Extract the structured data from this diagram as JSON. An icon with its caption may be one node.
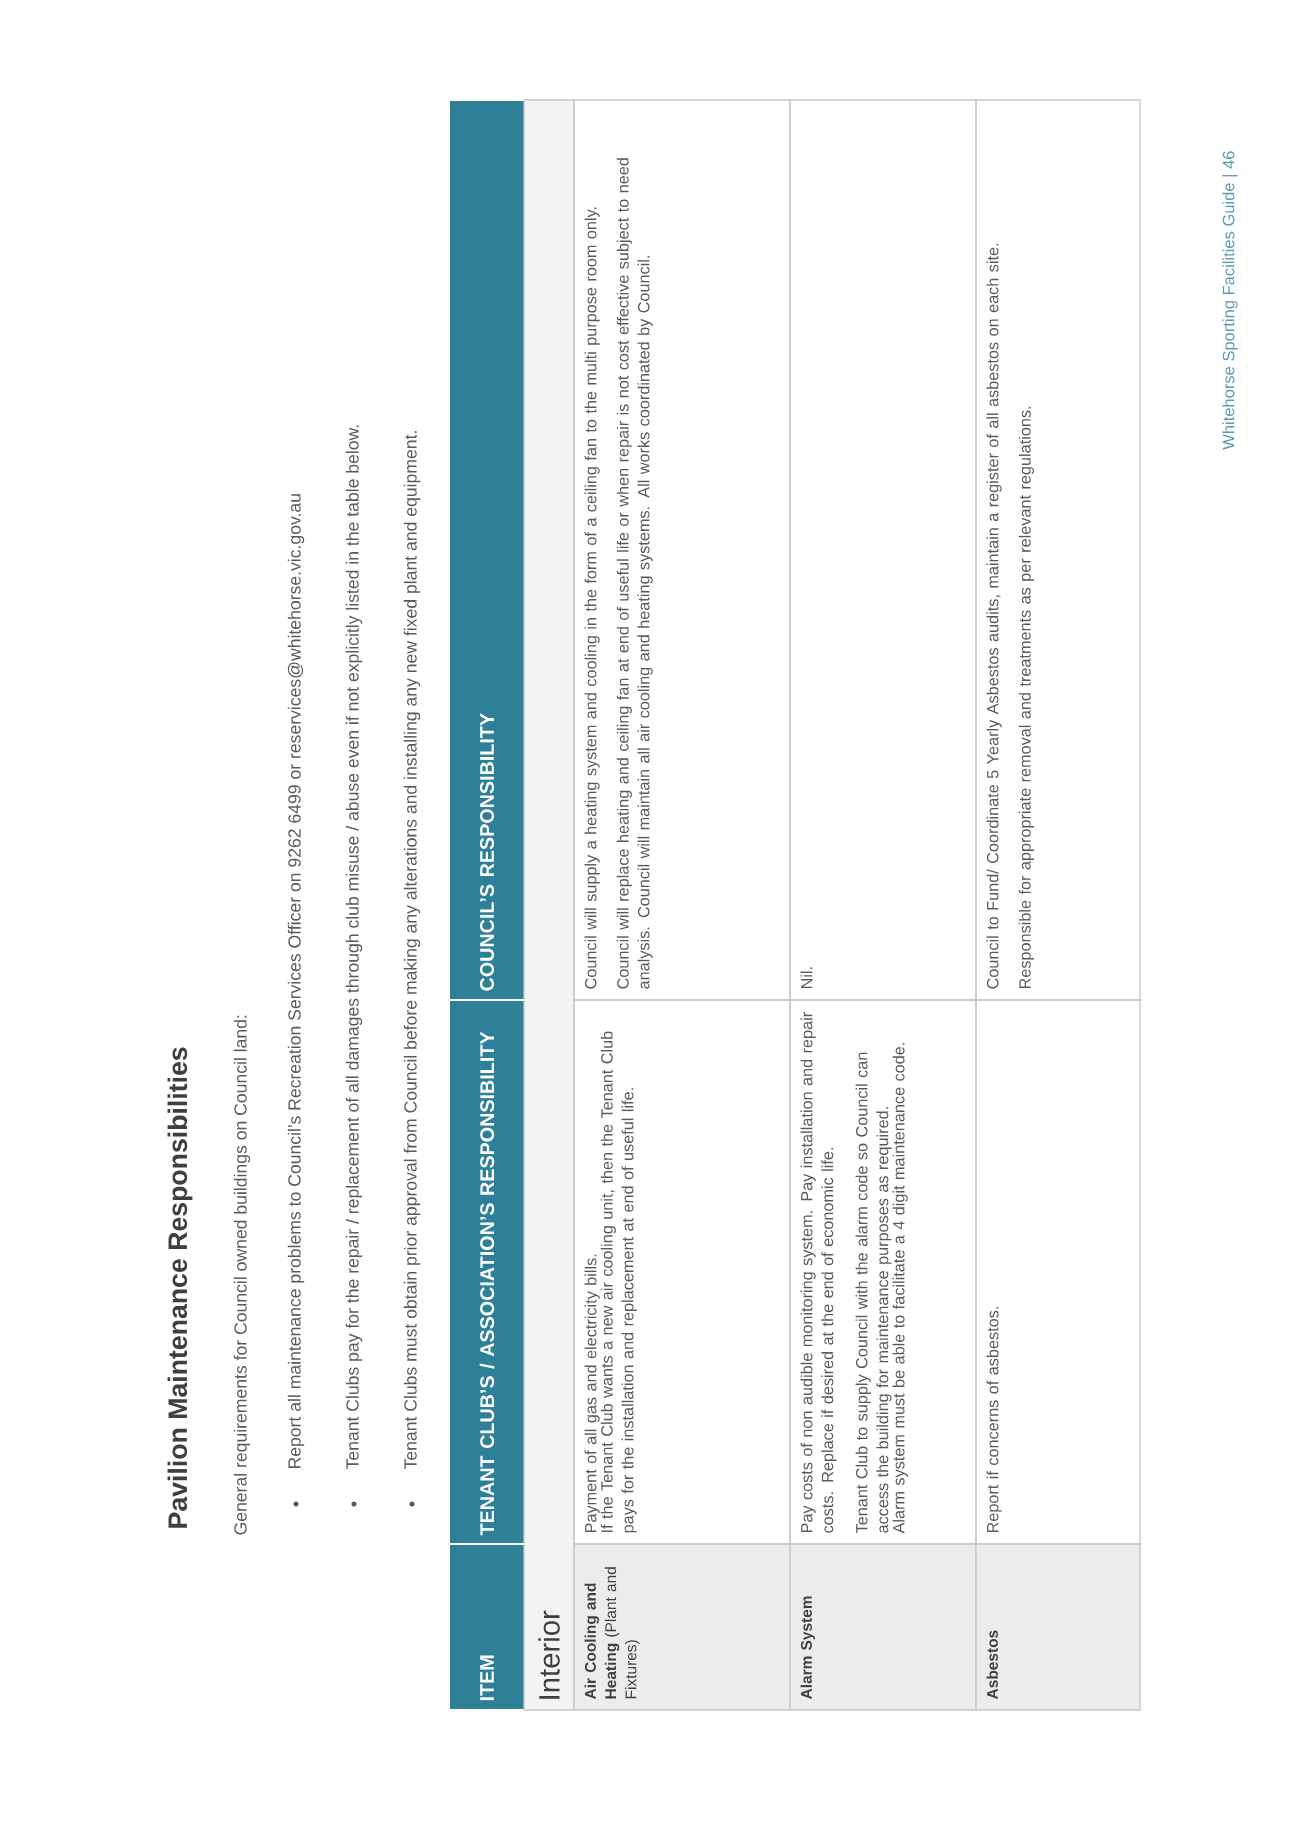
{
  "diagram": {
    "title": "Pavilion Maintenance Responsibilities",
    "labels": [
      "General requirements for Council owned buildings on Council land:",
      "Report all maintenance problems to Council’s Recreation Services Officer on 9262 6499 or reservices@whitehorse.vic.gov.au",
      "Tenant Clubs pay for the repair / replacement of all damages through club misuse / abuse even if not explicitly listed in the table below.",
      "Tenant Clubs must obtain prior approval from Council before making any alterations and installing any new fixed plant and equipment.",
      "ITEM",
      "TENANT CLUB’S / ASSOCIATION’S RESPONSIBILITY",
      "COUNCIL’S RESPONSIBILITY",
      "Interior",
      "**Air Cooling and Heating** (Plant and Fixtures)",
      "Payment of all gas and electricity bills.",
      "If the Tenant Club wants a new air cooling unit, then the Tenant Club pays for the installation and replacement at end of useful life.",
      "Council will supply a heating system and cooling in the form of a ceiling fan to the multi purpose room only.",
      "Council will replace heating and ceiling fan at end of useful life or when repair is not cost effective subject to need analysis. Council will maintain all air cooling and heating systems. All works coordinated by Council.",
      "Alarm System",
      "Pay costs of non audible monitoring system. Pay installation and repair costs. Replace if desired at the end of economic life.",
      "Tenant Club to supply Council with the alarm code so Council can access the building for maintenance purposes as required.",
      "Alarm system must be able to facilitate a 4 digit maintenance code.",
      "Nil.",
      "Asbestos",
      "Report if concerns of asbestos.",
      "Council to Fund/ Coordinate 5 Yearly Asbestos audits, maintain a register of all asbestos on each site.",
      "Responsible for appropriate removal and treatments as per relevant regulations.",
      "Whitehorse Sporting Facilities Guide | 46"
    ]
  }
}
